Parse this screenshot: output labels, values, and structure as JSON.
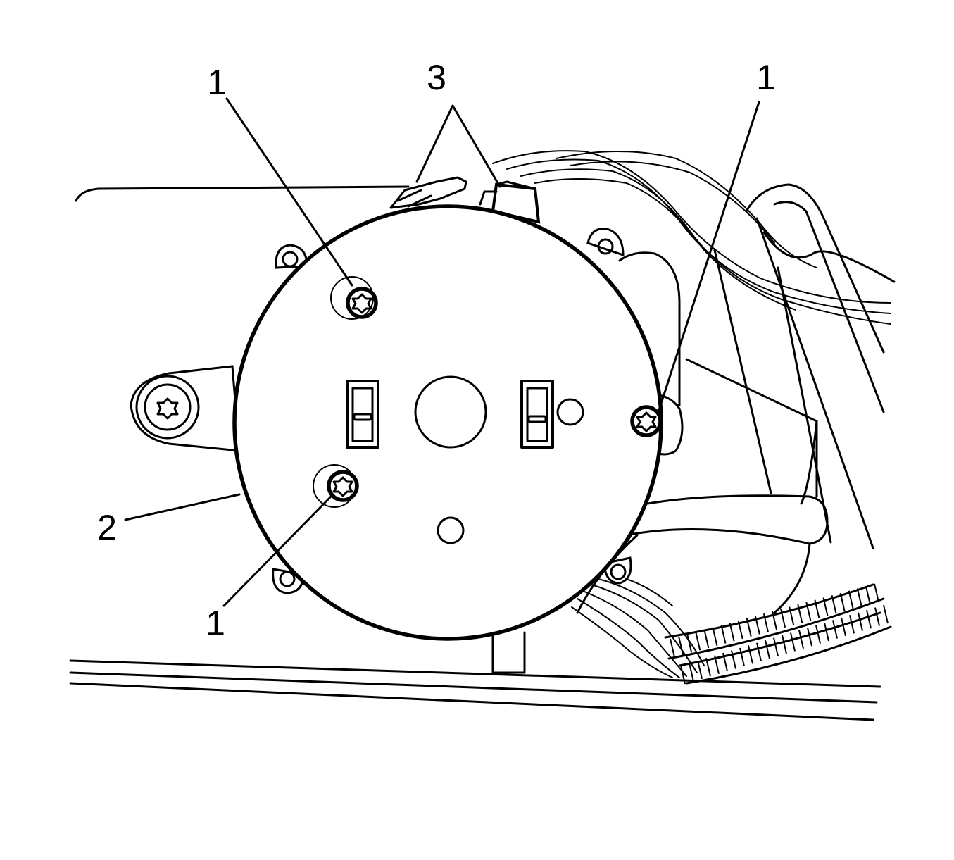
{
  "callouts": [
    {
      "id": "fastener-top-left",
      "label": "1"
    },
    {
      "id": "fastener-right",
      "label": "1"
    },
    {
      "id": "fastener-bottom-left",
      "label": "1"
    },
    {
      "id": "motor",
      "label": "2"
    },
    {
      "id": "connector",
      "label": "3"
    }
  ],
  "colors": {
    "line": "#000000",
    "background": "#ffffff"
  }
}
